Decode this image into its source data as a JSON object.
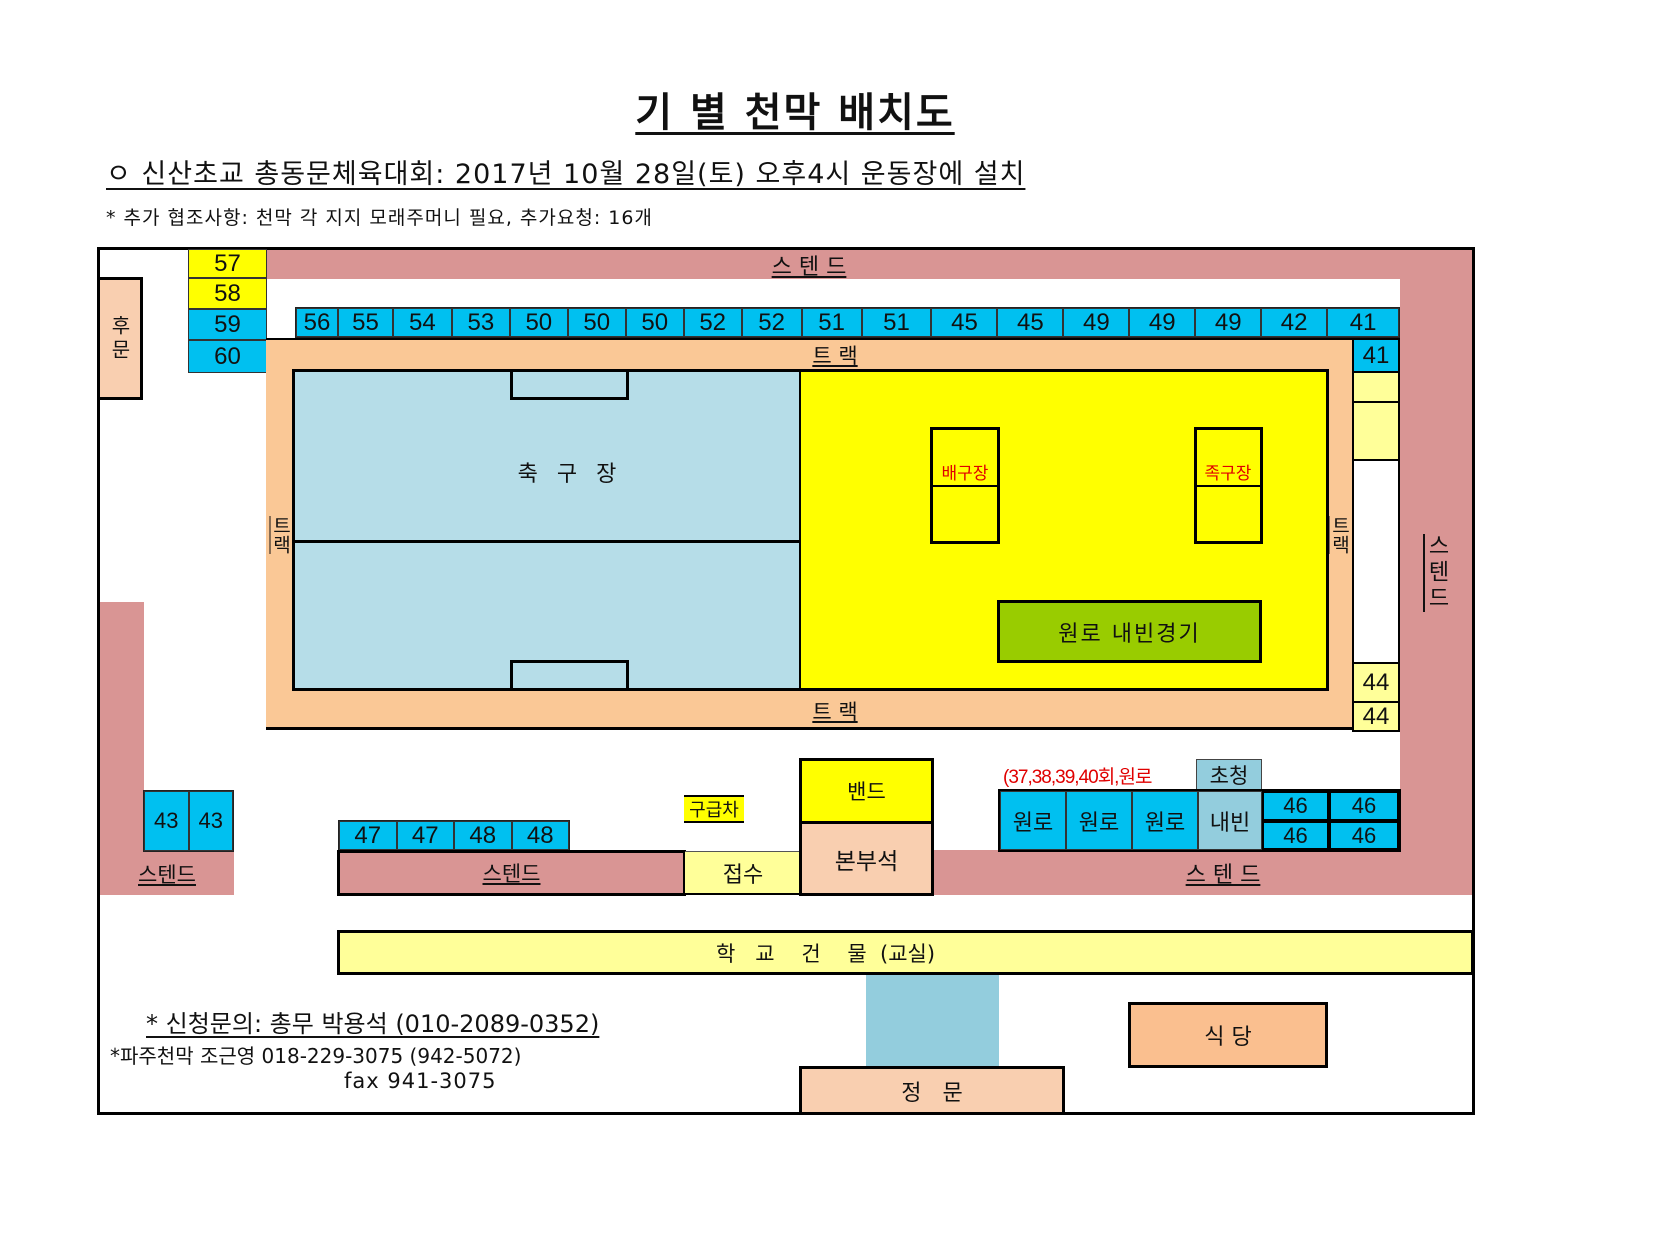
{
  "header": {
    "title": "기 별  천막 배치도",
    "subtitle": "ㅇ 신산초교 총동문체육대회:  2017년 10월 28일(토) 오후4시 운동장에 설치",
    "note": "* 추가 협조사항:  천막 각 지지 모래주머니 필요,  추가요청: 16개"
  },
  "map": {
    "top_stand_label": "스  텐  드",
    "right_stand_label": "스텐드",
    "bottom_right_stand_label": "스  텐  드",
    "bottom_left_stand_label": "스텐드",
    "center_stand_label": "스텐드",
    "back_gate_label": "후문",
    "track_top_label": "트  랙",
    "track_bottom_label": "트  랙",
    "track_left_label": "트랙",
    "track_right_label": "트랙",
    "soccer_field_label": "축 구 장",
    "volleyball_court_label": "배구장",
    "jokgu_court_label": "족구장",
    "elders_game_label": "원로  내빈경기",
    "left_column_tents": [
      {
        "number": "57",
        "color": "yellow"
      },
      {
        "number": "58",
        "color": "yellow"
      },
      {
        "number": "59",
        "color": "blue"
      },
      {
        "number": "60",
        "color": "blue"
      }
    ],
    "top_row_tents": [
      "56",
      "55",
      "54",
      "53",
      "50",
      "50",
      "50",
      "52",
      "52",
      "51",
      "51",
      "45",
      "45",
      "49",
      "49",
      "49",
      "42",
      "41"
    ],
    "right_column_tents": [
      {
        "number": "41",
        "color": "blue"
      },
      {
        "number": "",
        "color": "lightyellow"
      },
      {
        "number": "",
        "color": "lightyellow"
      },
      {
        "number": "44",
        "color": "lightyellow"
      },
      {
        "number": "44",
        "color": "lightyellow"
      }
    ],
    "bottom_left_tents": [
      "43",
      "43"
    ],
    "bottom_center_tents": [
      "47",
      "47",
      "48",
      "48"
    ],
    "ambulance_label": "구급차",
    "band_label": "밴드",
    "headquarters_label": "본부석",
    "reception_label": "접수",
    "elders_note": "(37,38,39,40회,원로",
    "invite_label": "초청",
    "elders_tents": [
      "원로",
      "원로",
      "원로"
    ],
    "guest_tent": "내빈",
    "tents_46": [
      "46",
      "46",
      "46",
      "46"
    ],
    "school_building_label": "학   교    건    물  (교실)",
    "cafeteria_label": "식 당",
    "main_gate_label": "정   문"
  },
  "footer": {
    "contact_inquiry": "* 신청문의:  총무 박용석  (010-2089-0352)",
    "tent_vendor": "*파주천막  조근영  018-229-3075   (942-5072)",
    "fax": "fax 941-3075"
  },
  "colors": {
    "stand": "#d99594",
    "track": "#fac896",
    "tent_blue": "#00c0f0",
    "yellow": "#ffff00",
    "light_yellow": "#ffff99",
    "peach": "#f9cfb0",
    "soccer_field": "#b6dde8",
    "green": "#99cc00",
    "red_text": "#e00000"
  }
}
